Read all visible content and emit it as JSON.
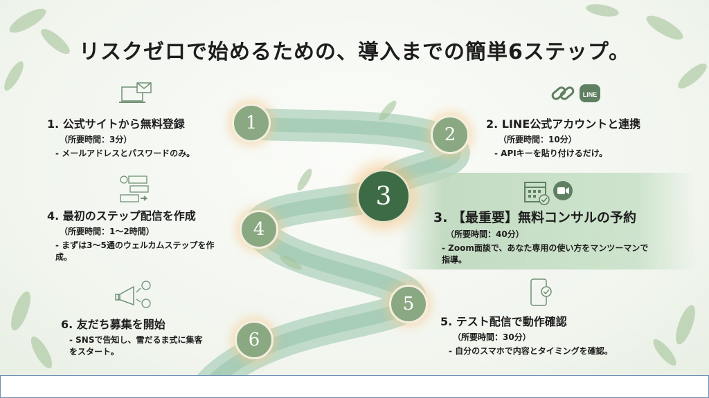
{
  "title": "リスクゼロで始めるための、導入までの簡単6ステップ。",
  "steps": [
    {
      "number": "1",
      "heading": "1. 公式サイトから無料登録",
      "time": "（所要時間：3分）",
      "desc": "- メールアドレスとパスワードのみ。",
      "icon": "laptop-mail-icon"
    },
    {
      "number": "2",
      "heading": "2. LINE公式アカウントと連携",
      "time": "（所要時間：10分）",
      "desc": "- APIキーを貼り付けるだけ。",
      "icon": "link-line-icon",
      "icon_label": "LINE"
    },
    {
      "number": "3",
      "heading": "3. 【最重要】無料コンサルの予約",
      "time": "（所要時間：40分）",
      "desc": "- Zoom面談で、あなた専用の使い方をマンツーマンで指導。",
      "icon": "calendar-video-icon"
    },
    {
      "number": "4",
      "heading": "4. 最初のステップ配信を作成",
      "time": "（所要時間：1〜2時間）",
      "desc": "- まずは3〜5通のウェルカムステップを作成。",
      "icon": "chat-flow-icon"
    },
    {
      "number": "5",
      "heading": "5. テスト配信で動作確認",
      "time": "（所要時間：30分）",
      "desc": "- 自分のスマホで内容とタイミングを確認。",
      "icon": "smartphone-check-icon"
    },
    {
      "number": "6",
      "heading": "6. 友だち募集を開始",
      "desc": "- SNSで告知し、雪だるま式に集客をスタート。",
      "icon": "megaphone-icon"
    }
  ],
  "colors": {
    "accent": "#3d6b46",
    "circle": "#8aa882",
    "road": "#a9cdb8"
  }
}
